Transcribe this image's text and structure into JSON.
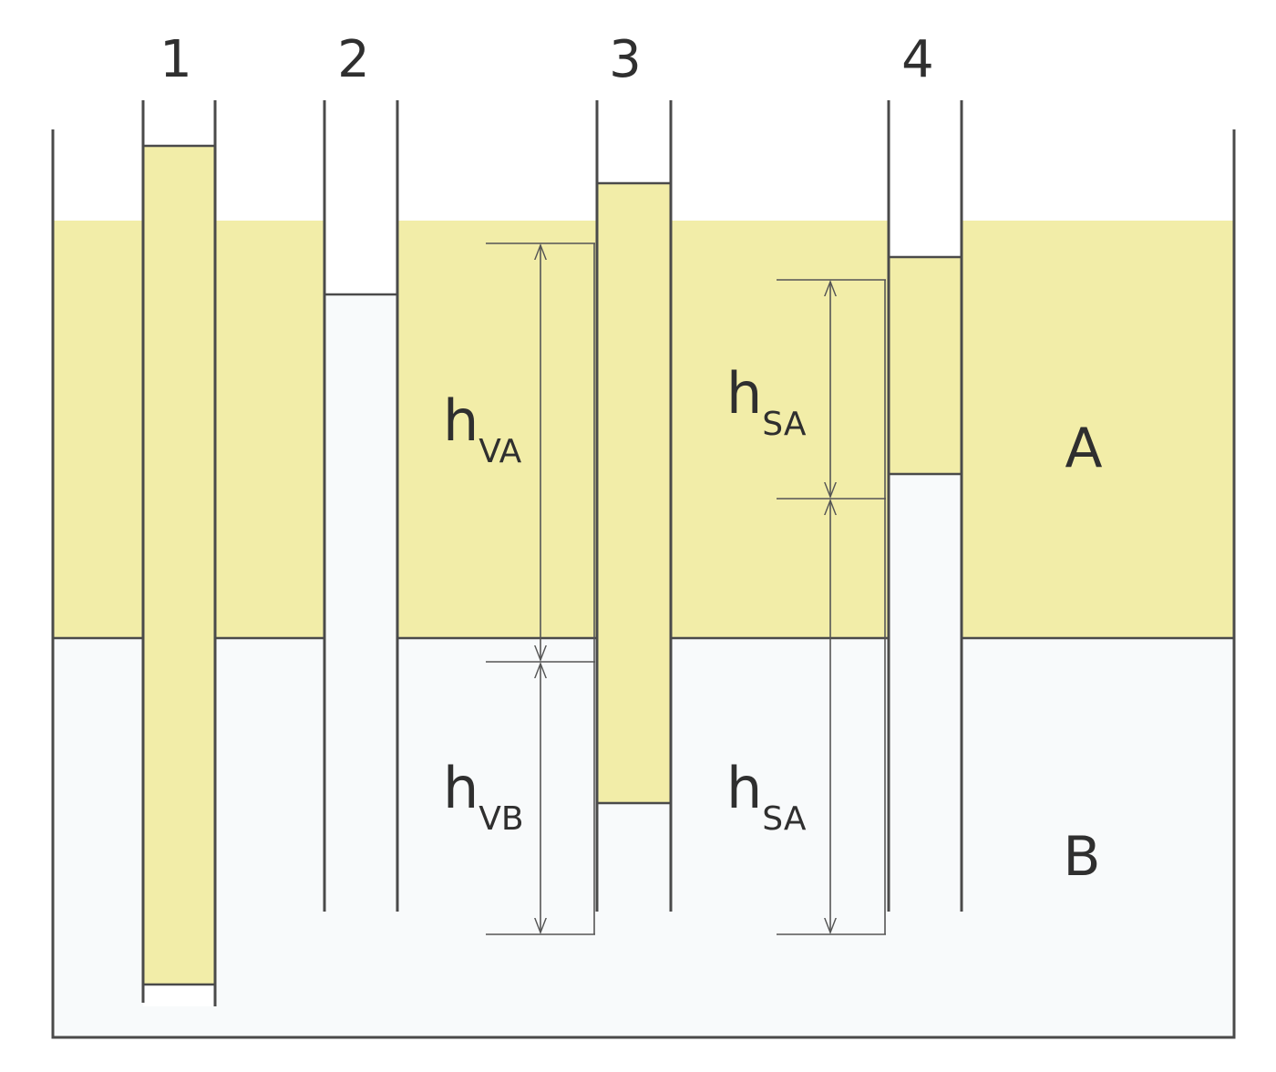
{
  "colors": {
    "liquid_A": "#f2eda8",
    "liquid_B": "#f8fafb",
    "outline": "#4a4a4a",
    "text": "#2f2f2f"
  },
  "tubes": [
    {
      "label": "1"
    },
    {
      "label": "2"
    },
    {
      "label": "3"
    },
    {
      "label": "4"
    }
  ],
  "layers": {
    "upper": "A",
    "lower": "B"
  },
  "dimensions": {
    "hVA": {
      "main": "h",
      "sub": "VA"
    },
    "hVB": {
      "main": "h",
      "sub": "VB"
    },
    "hSA_upper": {
      "main": "h",
      "sub": "SA"
    },
    "hSA_lower": {
      "main": "h",
      "sub": "SA"
    }
  }
}
